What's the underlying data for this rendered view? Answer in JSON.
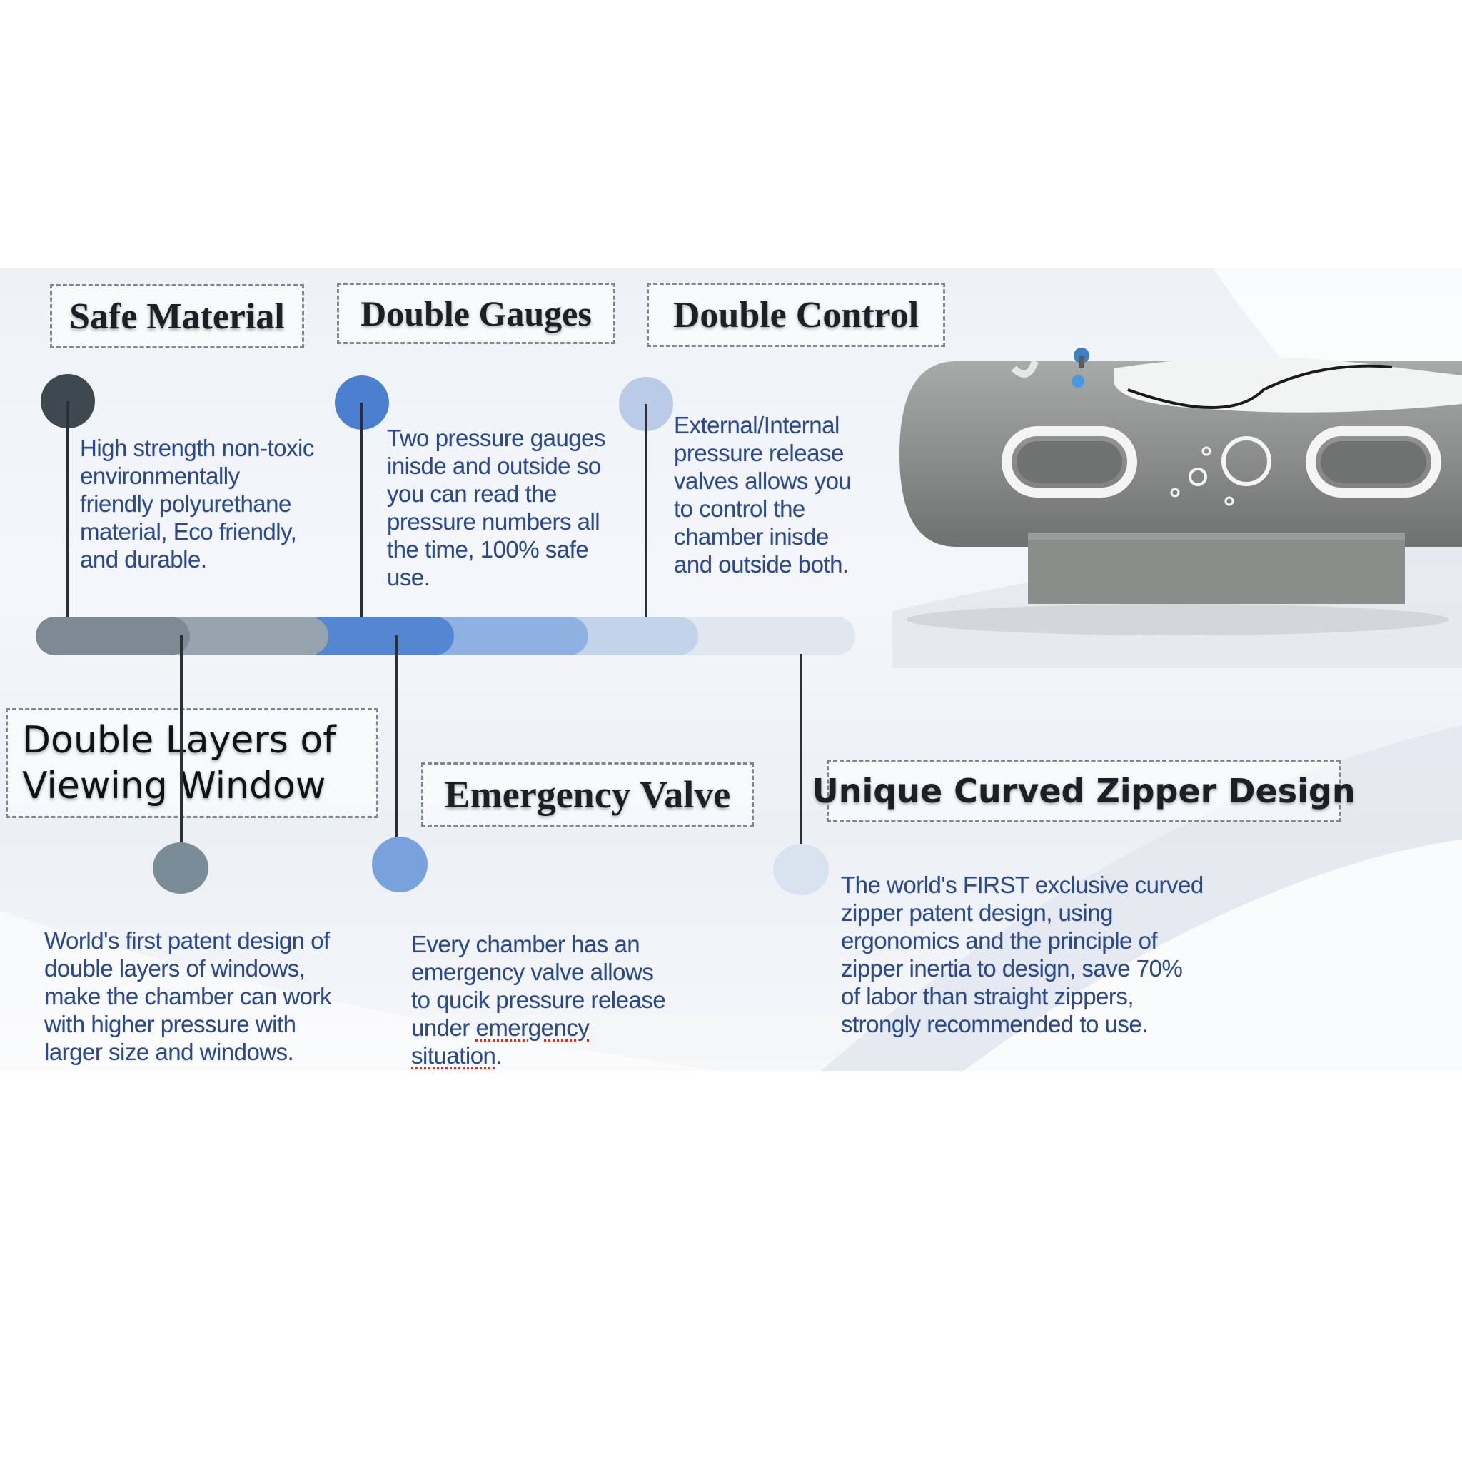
{
  "features": {
    "safe_material": {
      "title": "Safe Material",
      "desc": "High strength non-toxic\nenvironmentally\n friendly polyurethane\nmaterial, Eco friendly,\nand durable."
    },
    "double_gauges": {
      "title": "Double Gauges",
      "desc": "Two pressure gauges\ninisde and outside so\nyou can read the\npressure numbers all\nthe time, 100% safe\nuse."
    },
    "double_control": {
      "title": "Double Control",
      "desc": "External/Internal\npressure release\nvalves allows you\nto control the\nchamber inisde\nand outside both."
    },
    "double_layers": {
      "title_line1": "Double Layers of",
      "title_line2": "Viewing Window",
      "desc": "World's first patent design of\ndouble layers of windows,\nmake the chamber can work\nwith higher pressure with\nlarger size and windows."
    },
    "emergency_valve": {
      "title": "Emergency Valve",
      "desc_main": "Every chamber has an\nemergency valve allows\nto qucik pressure release\nunder ",
      "desc_underlined_1": "emergency",
      "desc_underlined_2": "situation",
      "desc_end": "."
    },
    "curved_zipper": {
      "title": "Unique Curved Zipper Design",
      "desc": "The world's FIRST exclusive curved\nzipper patent design, using\nergonomics and the principle of\nzipper inertia to design, save 70%\nof labor than straight zippers,\nstrongly recommended to use."
    }
  },
  "colors": {
    "dot_dark": "#3e4850",
    "dot_blue": "#4a80cf",
    "dot_lightblue": "#b9cbe6",
    "dot_gray": "#7b8c99",
    "dot_midblue": "#79a2dc",
    "dot_paleblue": "#d9e3f0",
    "desc_text": "#2c4a8a",
    "chamber_body": "#8a8d8a"
  }
}
